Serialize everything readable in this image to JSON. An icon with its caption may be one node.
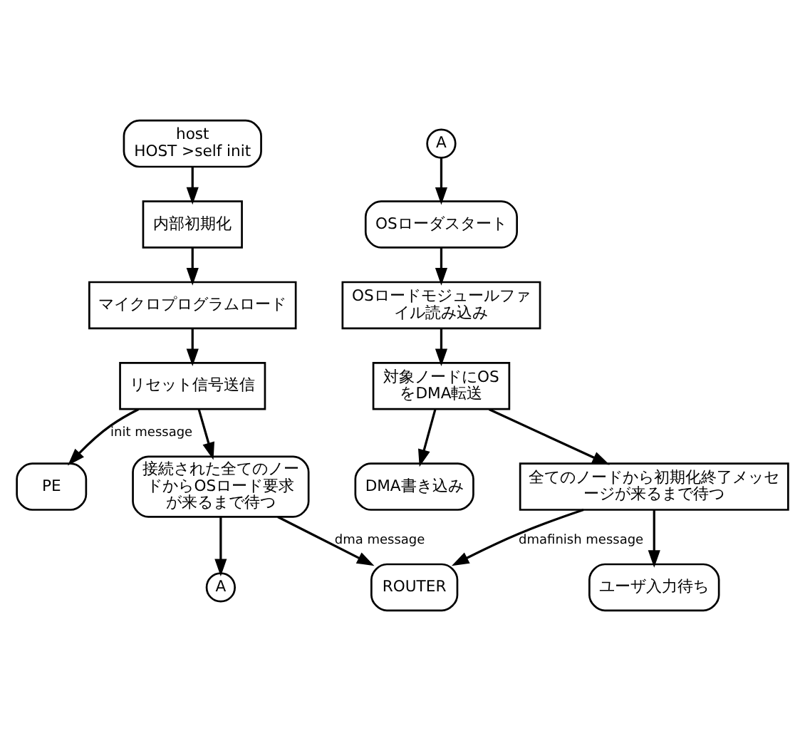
{
  "diagram": {
    "nodes": [
      {
        "text": [
          "host",
          "HOST >self init"
        ]
      },
      {
        "text": [
          "内部初期化"
        ]
      },
      {
        "text": [
          "マイクロプログラムロード"
        ]
      },
      {
        "text": [
          "リセット信号送信"
        ]
      },
      {
        "text": [
          "PE"
        ]
      },
      {
        "text": [
          "接続された全てのノードからOSロード要求が来るまで待つ"
        ]
      },
      {
        "text": [
          "ROUTER"
        ]
      },
      {
        "text": [
          "A"
        ]
      },
      {
        "text": [
          "A"
        ]
      },
      {
        "text": [
          "OSローダスタート"
        ]
      },
      {
        "text": [
          "OSロードモジュールファイル読み込み"
        ]
      },
      {
        "text": [
          "DMA書き込み"
        ]
      },
      {
        "text": [
          "対象ノードにOSをDMA転送"
        ]
      },
      {
        "text": [
          "全てのノードから初期化終了メッセージが来るまで待つ"
        ]
      },
      {
        "text": [
          "ユーザ入力待ち"
        ]
      }
    ],
    "edges": [
      {
        "from": 0,
        "to": 1,
        "arrow": "to"
      },
      {
        "from": 1,
        "to": 2,
        "arrow": "to"
      },
      {
        "from": 2,
        "to": 3,
        "arrow": "to"
      },
      {
        "from": 3,
        "to": 4,
        "arrow": "to",
        "label": "init message"
      },
      {
        "from": 3,
        "to": 5,
        "arrow": "to"
      },
      {
        "from": 5,
        "to": 6,
        "arrow": "to",
        "label": "dma message"
      },
      {
        "from": 5,
        "to": 7,
        "arrow": "to"
      },
      {
        "from": 8,
        "to": 9,
        "arrow": "to"
      },
      {
        "from": 9,
        "to": 10,
        "arrow": "to"
      },
      {
        "from": 10,
        "to": 12,
        "arrow": "to"
      },
      {
        "from": 12,
        "to": 11,
        "arrow": "to"
      },
      {
        "from": 12,
        "to": 13,
        "arrow": "to"
      },
      {
        "from": 13,
        "to": 6,
        "arrow": "to",
        "label": "dmafinish message"
      },
      {
        "from": 13,
        "to": 14,
        "arrow": "to"
      }
    ]
  }
}
